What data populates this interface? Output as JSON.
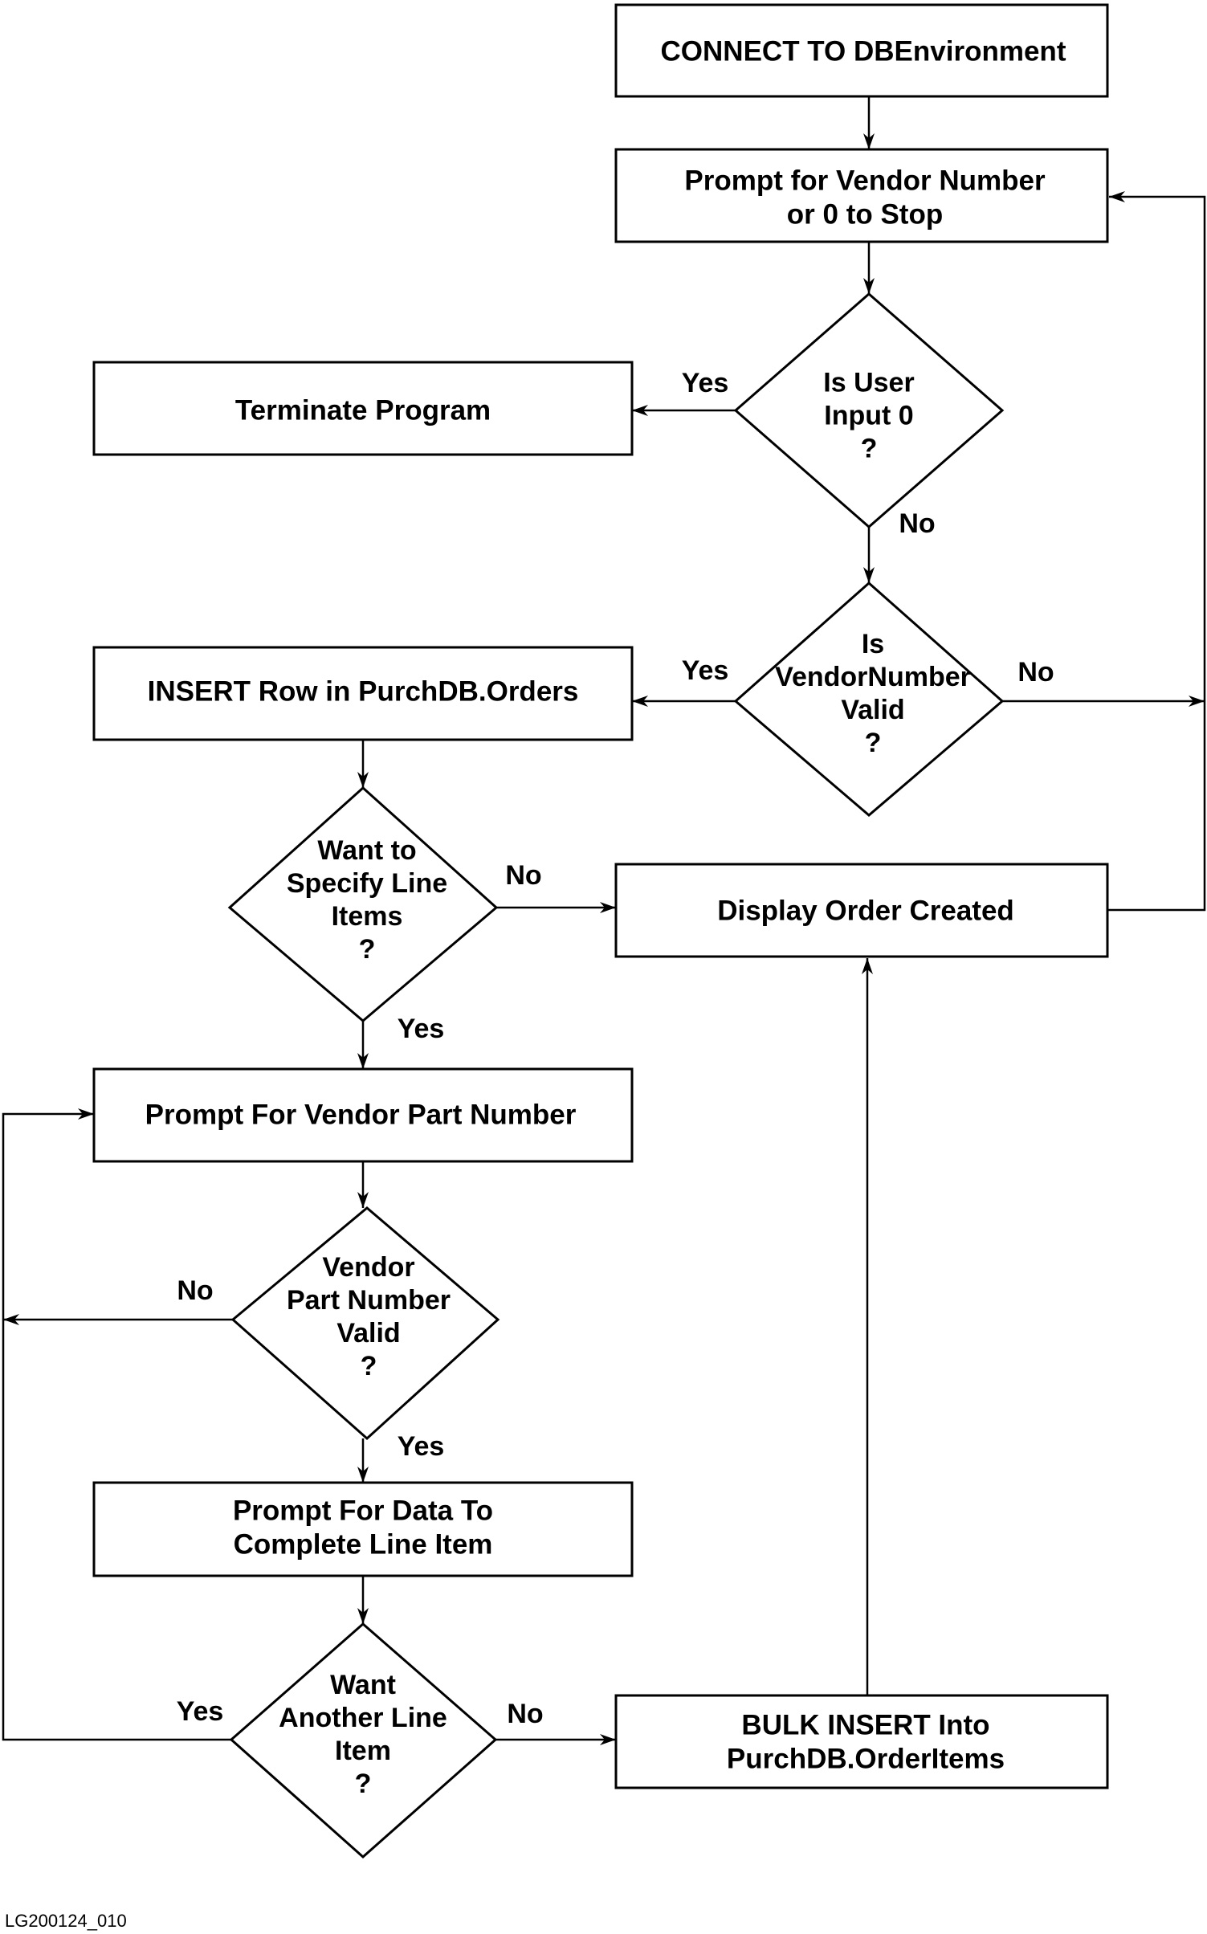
{
  "boxes": {
    "connect": [
      "CONNECT TO DBEnvironment"
    ],
    "prompt_vendor": [
      "Prompt for Vendor Number",
      "or 0 to Stop"
    ],
    "terminate": [
      "Terminate Program"
    ],
    "insert_row": [
      "INSERT Row in PurchDB.Orders"
    ],
    "display_order": [
      "Display Order Created"
    ],
    "prompt_part": [
      "Prompt For Vendor Part Number"
    ],
    "prompt_data": [
      "Prompt For Data To",
      "Complete Line Item"
    ],
    "bulk_insert": [
      "BULK INSERT Into",
      "PurchDB.OrderItems"
    ]
  },
  "decisions": {
    "is_input_zero": [
      "Is User",
      "Input 0",
      "?"
    ],
    "vendor_valid": [
      "Is",
      "VendorNumber",
      "Valid",
      "?"
    ],
    "want_line_items": [
      "Want to",
      "Specify Line",
      "Items",
      "?"
    ],
    "part_valid": [
      "Vendor",
      "Part Number",
      "Valid",
      "?"
    ],
    "want_another": [
      "Want",
      "Another Line",
      "Item",
      "?"
    ]
  },
  "labels": {
    "yes": "Yes",
    "no": "No"
  },
  "caption": "LG200124_010"
}
